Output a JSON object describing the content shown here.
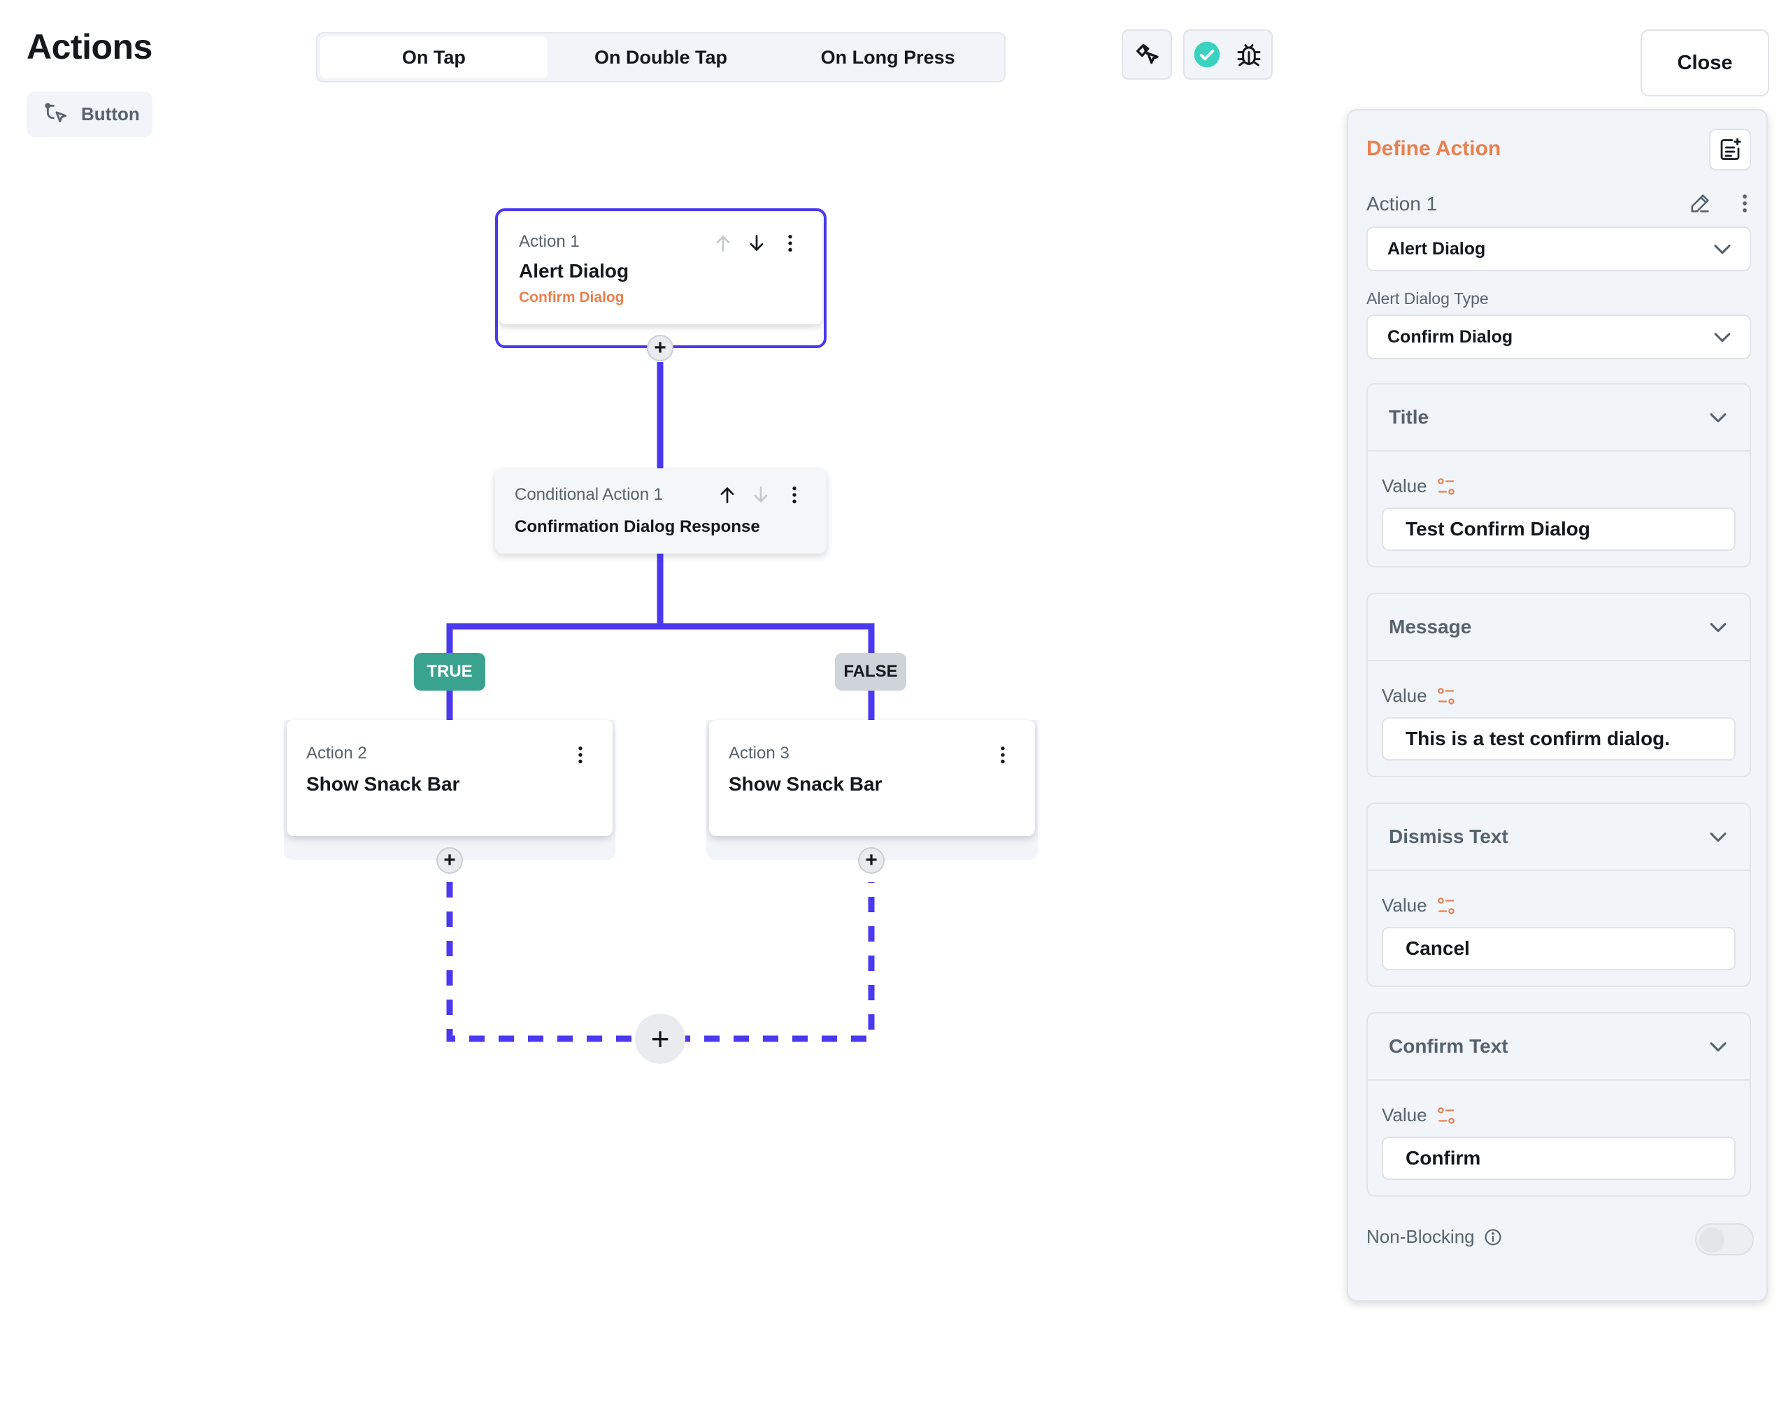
{
  "header": {
    "title": "Actions",
    "widget_chip": "Button",
    "tabs": [
      {
        "label": "On Tap",
        "active": true
      },
      {
        "label": "On Double Tap",
        "active": false
      },
      {
        "label": "On Long Press",
        "active": false
      }
    ],
    "close_label": "Close",
    "icons": [
      "flow-cursor-icon",
      "check-circle-icon",
      "bug-icon"
    ]
  },
  "flow": {
    "action1": {
      "label": "Action 1",
      "type": "Alert Dialog",
      "detail": "Confirm Dialog"
    },
    "conditional": {
      "label": "Conditional Action 1",
      "type": "Confirmation Dialog Response"
    },
    "true_label": "TRUE",
    "false_label": "FALSE",
    "action2": {
      "label": "Action 2",
      "type": "Show Snack Bar"
    },
    "action3": {
      "label": "Action 3",
      "type": "Show Snack Bar"
    }
  },
  "panel": {
    "title": "Define Action",
    "action_name": "Action 1",
    "action_type": "Alert Dialog",
    "dialog_type_label": "Alert Dialog Type",
    "dialog_type": "Confirm Dialog",
    "value_label": "Value",
    "sections": [
      {
        "title": "Title",
        "value": "Test Confirm Dialog"
      },
      {
        "title": "Message",
        "value": "This is a test confirm dialog."
      },
      {
        "title": "Dismiss Text",
        "value": "Cancel"
      },
      {
        "title": "Confirm Text",
        "value": "Confirm"
      }
    ],
    "non_blocking_label": "Non-Blocking",
    "non_blocking": false
  },
  "colors": {
    "accent": "#4b39ef",
    "orange": "#e8804f",
    "true_badge": "#39a38f",
    "check": "#39d2c0"
  }
}
